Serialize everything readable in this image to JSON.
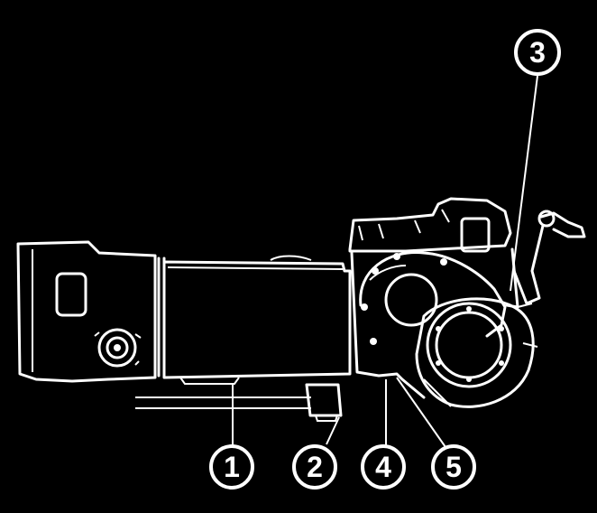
{
  "colors": {
    "background": "#000000",
    "line": "#ffffff"
  },
  "callouts": {
    "c1": "1",
    "c2": "2",
    "c3": "3",
    "c4": "4",
    "c5": "5"
  }
}
